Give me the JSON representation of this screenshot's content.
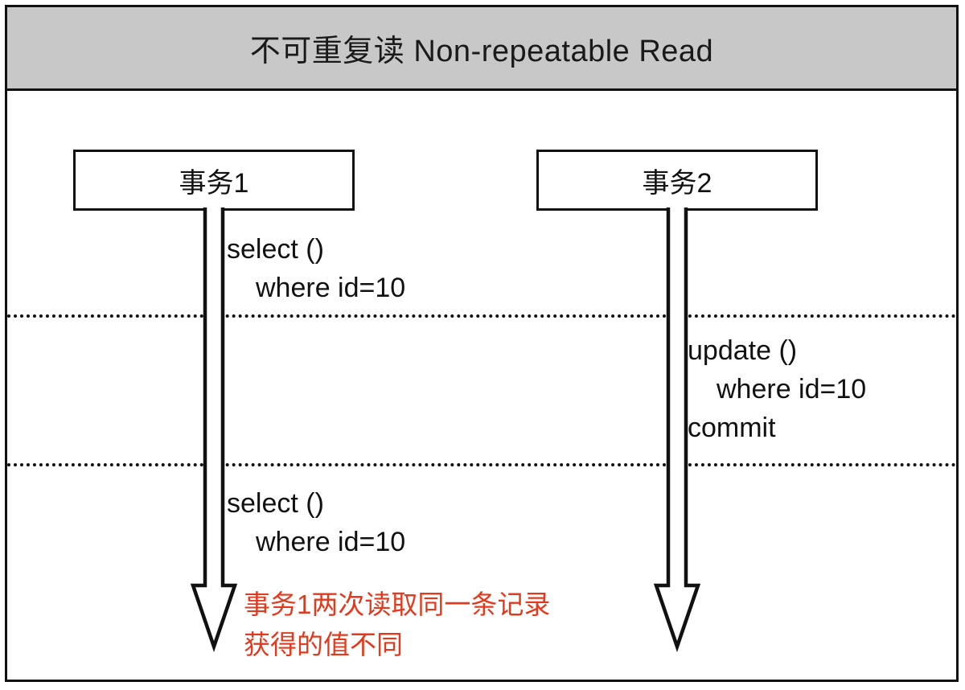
{
  "diagram": {
    "title": "不可重复读 Non-repeatable Read",
    "type": "sequence-diagram",
    "colors": {
      "header_background": "#c8c8c8",
      "border": "#111111",
      "annotation_red": "#e4391d",
      "canvas": "#ffffff"
    },
    "actors": [
      {
        "id": "txn1",
        "label": "事务1"
      },
      {
        "id": "txn2",
        "label": "事务2"
      }
    ],
    "statements": {
      "select_first": {
        "line1": "select ()",
        "line2": "where id=10"
      },
      "update": {
        "line1": "update ()",
        "line2": "where id=10",
        "line3": "commit"
      },
      "select_second": {
        "line1": "select ()",
        "line2": "where id=10"
      }
    },
    "annotation": {
      "line1": "事务1两次读取同一条记录",
      "line2": "获得的值不同"
    },
    "dividers": [
      {
        "id": "divider-1",
        "style": "dotted"
      },
      {
        "id": "divider-2",
        "style": "dotted"
      }
    ]
  }
}
